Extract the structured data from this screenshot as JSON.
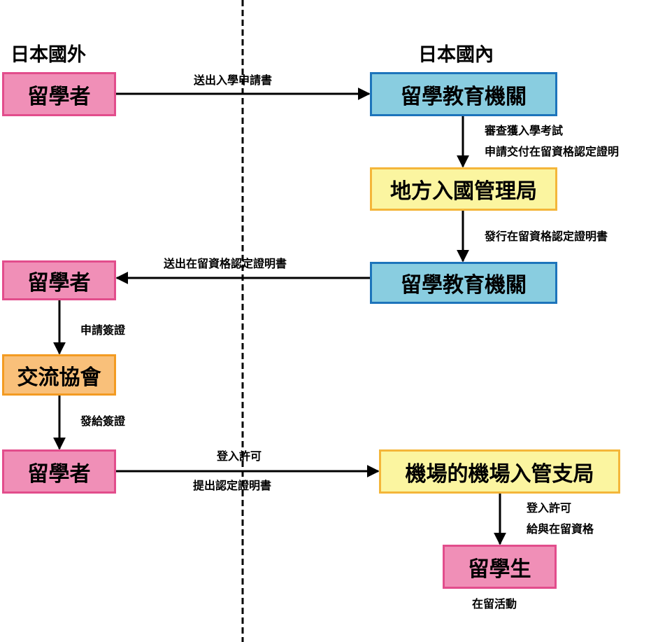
{
  "regions": {
    "outside": "日本國外",
    "inside": "日本國內"
  },
  "boxes": {
    "student_1": "留學者",
    "school_1": "留學教育機關",
    "immigration_bureau": "地方入國管理局",
    "school_2": "留學教育機關",
    "student_2": "留學者",
    "exchange_assoc": "交流協會",
    "student_3": "留學者",
    "airport_office": "機場的機場入管支局",
    "foreign_student": "留學生"
  },
  "labels": {
    "send_application": "送出入學申請書",
    "review_line1": "審查獲入學考試",
    "review_line2": "申請交付在留資格認定證明",
    "issue_certificate": "發行在留資格認定證明書",
    "send_certificate": "送出在留資格認定證明書",
    "apply_visa": "申請簽證",
    "issue_visa": "發給簽證",
    "entry_permit": "登入許可",
    "submit_certificate": "提出認定證明書",
    "entry_permit_2": "登入許可",
    "grant_status": "給與在留資格",
    "activities": "在留活動"
  },
  "colors": {
    "pink_fill": "#f08fb7",
    "pink_border": "#e24d8c",
    "blue_fill": "#89cde0",
    "blue_border": "#1d74bb",
    "yellow_fill": "#fbf5a0",
    "yellow_border": "#f4b63a",
    "orange_fill": "#f9c07a",
    "orange_border": "#f39b22"
  }
}
